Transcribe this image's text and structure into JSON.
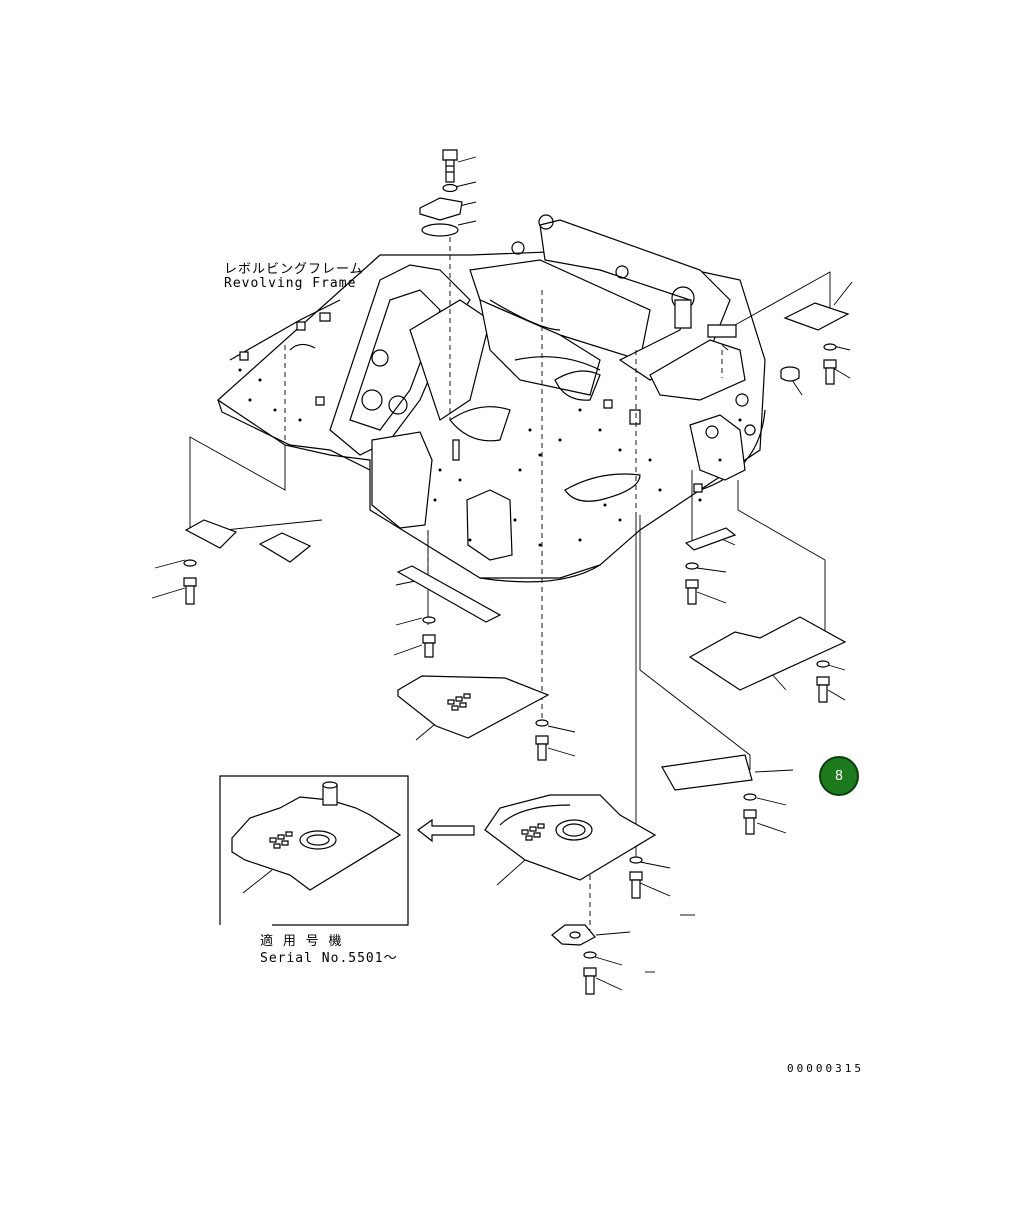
{
  "labels": {
    "frame_jp": "レボルビングフレーム",
    "frame_en": "Revolving Frame",
    "serial_jp": "適 用 号 機",
    "serial_en": "Serial No.5501～",
    "drawing_no": "00000315"
  },
  "badge": {
    "text": "8",
    "color": "#1d7a1d"
  },
  "icons": [
    "bolt-icon",
    "washer-icon",
    "cover-plate-icon",
    "plug-icon",
    "arrow-left-icon"
  ]
}
